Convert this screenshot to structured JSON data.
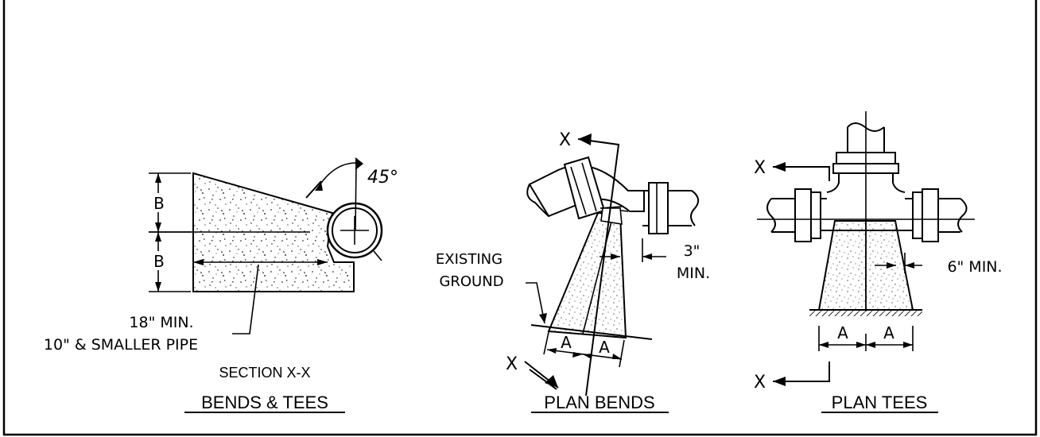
{
  "colors": {
    "ink": "#000000",
    "paper": "#ffffff"
  },
  "bends_tees": {
    "dim_b_top": "B",
    "dim_b_bottom": "B",
    "angle": "45°",
    "note_line1": "18\" MIN.",
    "note_line2": "10\" & SMALLER PIPE",
    "section_label": "SECTION X-X",
    "title": "BENDS & TEES"
  },
  "plan_bends": {
    "cut_top": "X",
    "cut_bottom": "X",
    "ground_line1": "EXISTING",
    "ground_line2": "GROUND",
    "clear_value": "3\"",
    "clear_min": "MIN.",
    "dim_a_left": "A",
    "dim_a_right": "A",
    "title": "PLAN BENDS"
  },
  "plan_tees": {
    "cut_top": "X",
    "cut_bottom": "X",
    "clear_note": "6\" MIN.",
    "dim_a_left": "A",
    "dim_a_right": "A",
    "title": "PLAN TEES"
  }
}
